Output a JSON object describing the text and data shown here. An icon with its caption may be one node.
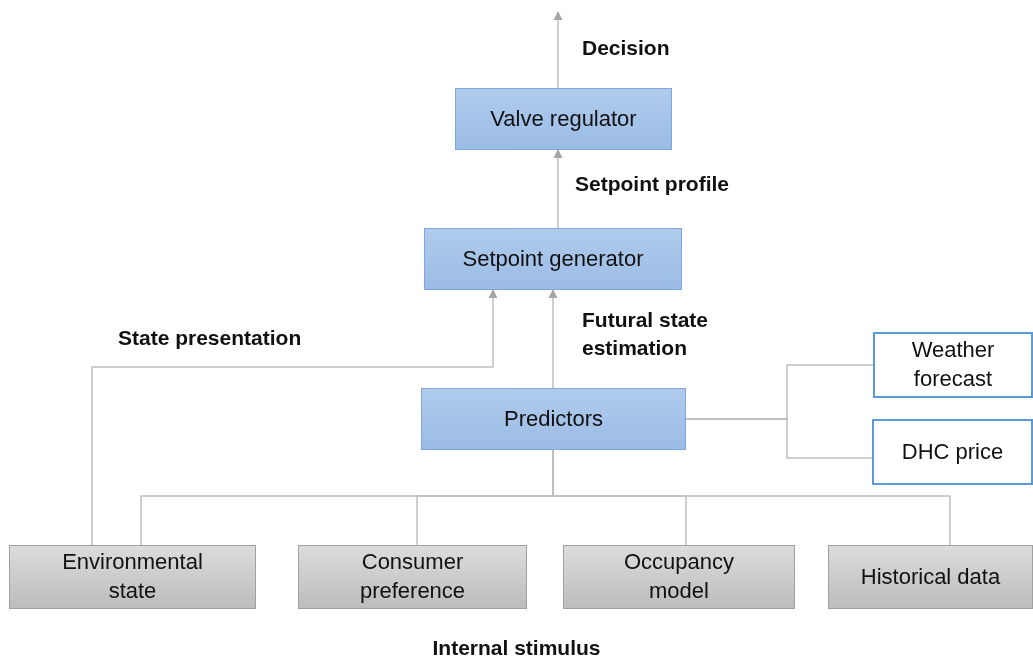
{
  "diagram": {
    "nodes": [
      {
        "text": [
          "Valve regulator"
        ]
      },
      {
        "text": [
          "Setpoint generator"
        ]
      },
      {
        "text": [
          "Predictors"
        ]
      },
      {
        "text": [
          "Weather forecast"
        ]
      },
      {
        "text": [
          "DHC price"
        ]
      },
      {
        "text": [
          "Environmental state"
        ]
      },
      {
        "text": [
          "Consumer preference"
        ]
      },
      {
        "text": [
          "Occupancy model"
        ]
      },
      {
        "text": [
          "Historical data"
        ]
      }
    ],
    "edges": [
      {
        "from": 0,
        "to": null,
        "arrow": "to",
        "label": "Decision"
      },
      {
        "from": 1,
        "to": 0,
        "arrow": "to",
        "label": "Setpoint profile"
      },
      {
        "from": 2,
        "to": 1,
        "arrow": "to",
        "label": "Futural state estimation"
      },
      {
        "from": 5,
        "to": 1,
        "arrow": "to",
        "label": "State presentation"
      },
      {
        "from": 3,
        "to": 2,
        "arrow": "none"
      },
      {
        "from": 4,
        "to": 2,
        "arrow": "none"
      },
      {
        "from": 5,
        "to": 2,
        "arrow": "none"
      },
      {
        "from": 6,
        "to": 2,
        "arrow": "none"
      },
      {
        "from": 7,
        "to": 2,
        "arrow": "none"
      },
      {
        "from": 8,
        "to": 2,
        "arrow": "none"
      }
    ],
    "labels": [
      "Internal stimulus"
    ]
  }
}
